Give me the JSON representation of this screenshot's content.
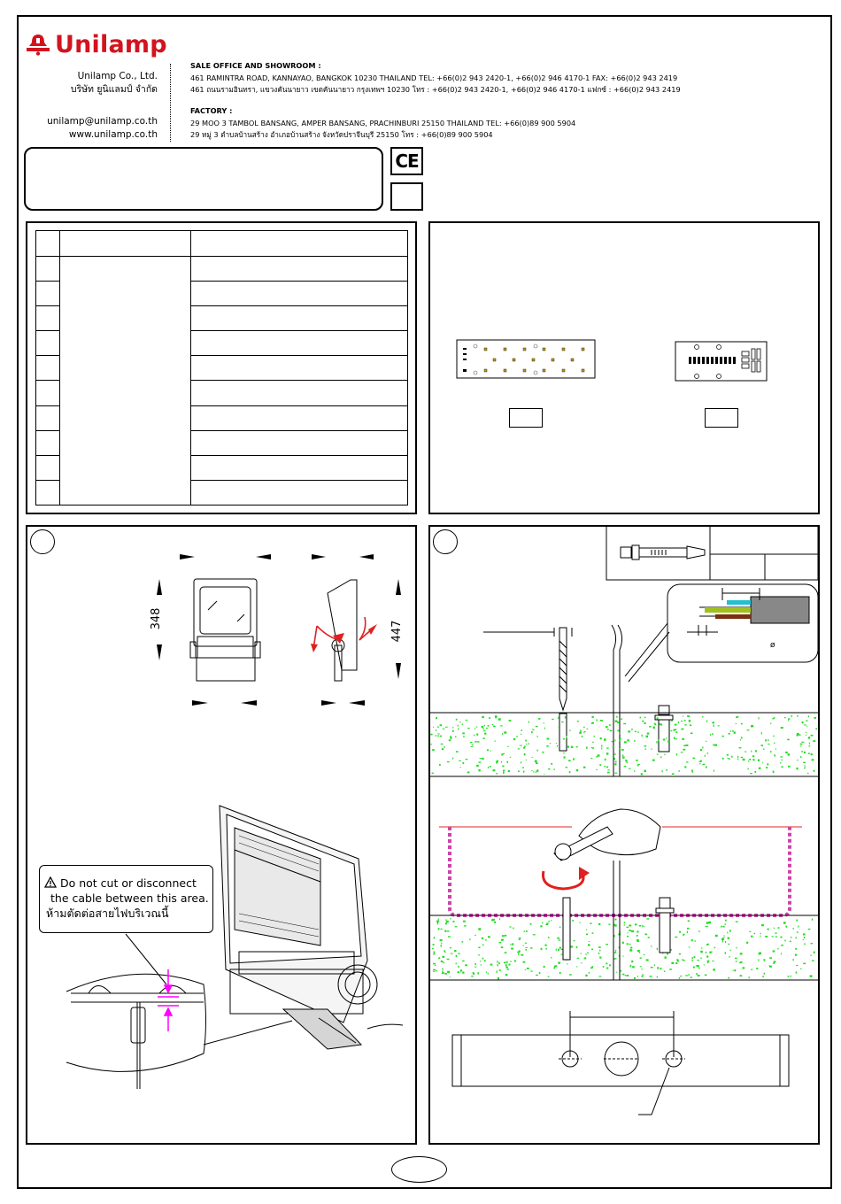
{
  "brand": {
    "name": "Unilamp",
    "color": "#d2141e"
  },
  "company": {
    "name_en": "Unilamp Co., Ltd.",
    "name_th": "บริษัท ยูนิแลมป์ จำกัด",
    "email": "unilamp@unilamp.co.th",
    "website": "www.unilamp.co.th"
  },
  "sale_office": {
    "heading": "SALE OFFICE AND SHOWROOM :",
    "line_en": "461 RAMINTRA ROAD, KANNAYAO, BANGKOK 10230 THAILAND TEL: +66(0)2 943 2420-1, +66(0)2 946 4170-1 FAX: +66(0)2 943 2419",
    "line_th": "461 ถนนรามอินทรา, แขวงคันนายาว เขตคันนายาว กรุงเทพฯ 10230 โทร : +66(0)2 943 2420-1, +66(0)2 946 4170-1 แฟกซ์ : +66(0)2 943 2419"
  },
  "factory": {
    "heading": "FACTORY :",
    "line_en": "29 MOO 3 TAMBOL BANSANG, AMPER BANSANG, PRACHINBURI 25150 THAILAND TEL: +66(0)89 900 5904",
    "line_th": "29 หมู่ 3 ตำบลบ้านสร้าง อำเภอบ้านสร้าง จังหวัดปราจีนบุรี 25150 โทร : +66(0)89 900 5904"
  },
  "certification": {
    "ce_mark": "CE"
  },
  "dimensions": {
    "height_front": "348",
    "height_side": "447"
  },
  "warning": {
    "icon": "warning-triangle-icon",
    "line1": "Do not cut or disconnect",
    "line2": "the cable between this area.",
    "line3": "ห้ามตัดต่อสายไฟบริเวณนี้"
  },
  "colors": {
    "ground_speckle": "#22dd22",
    "marker_magenta": "#ff00ff",
    "rotate_red": "#e02020",
    "hatch_pink": "#cc44aa"
  }
}
